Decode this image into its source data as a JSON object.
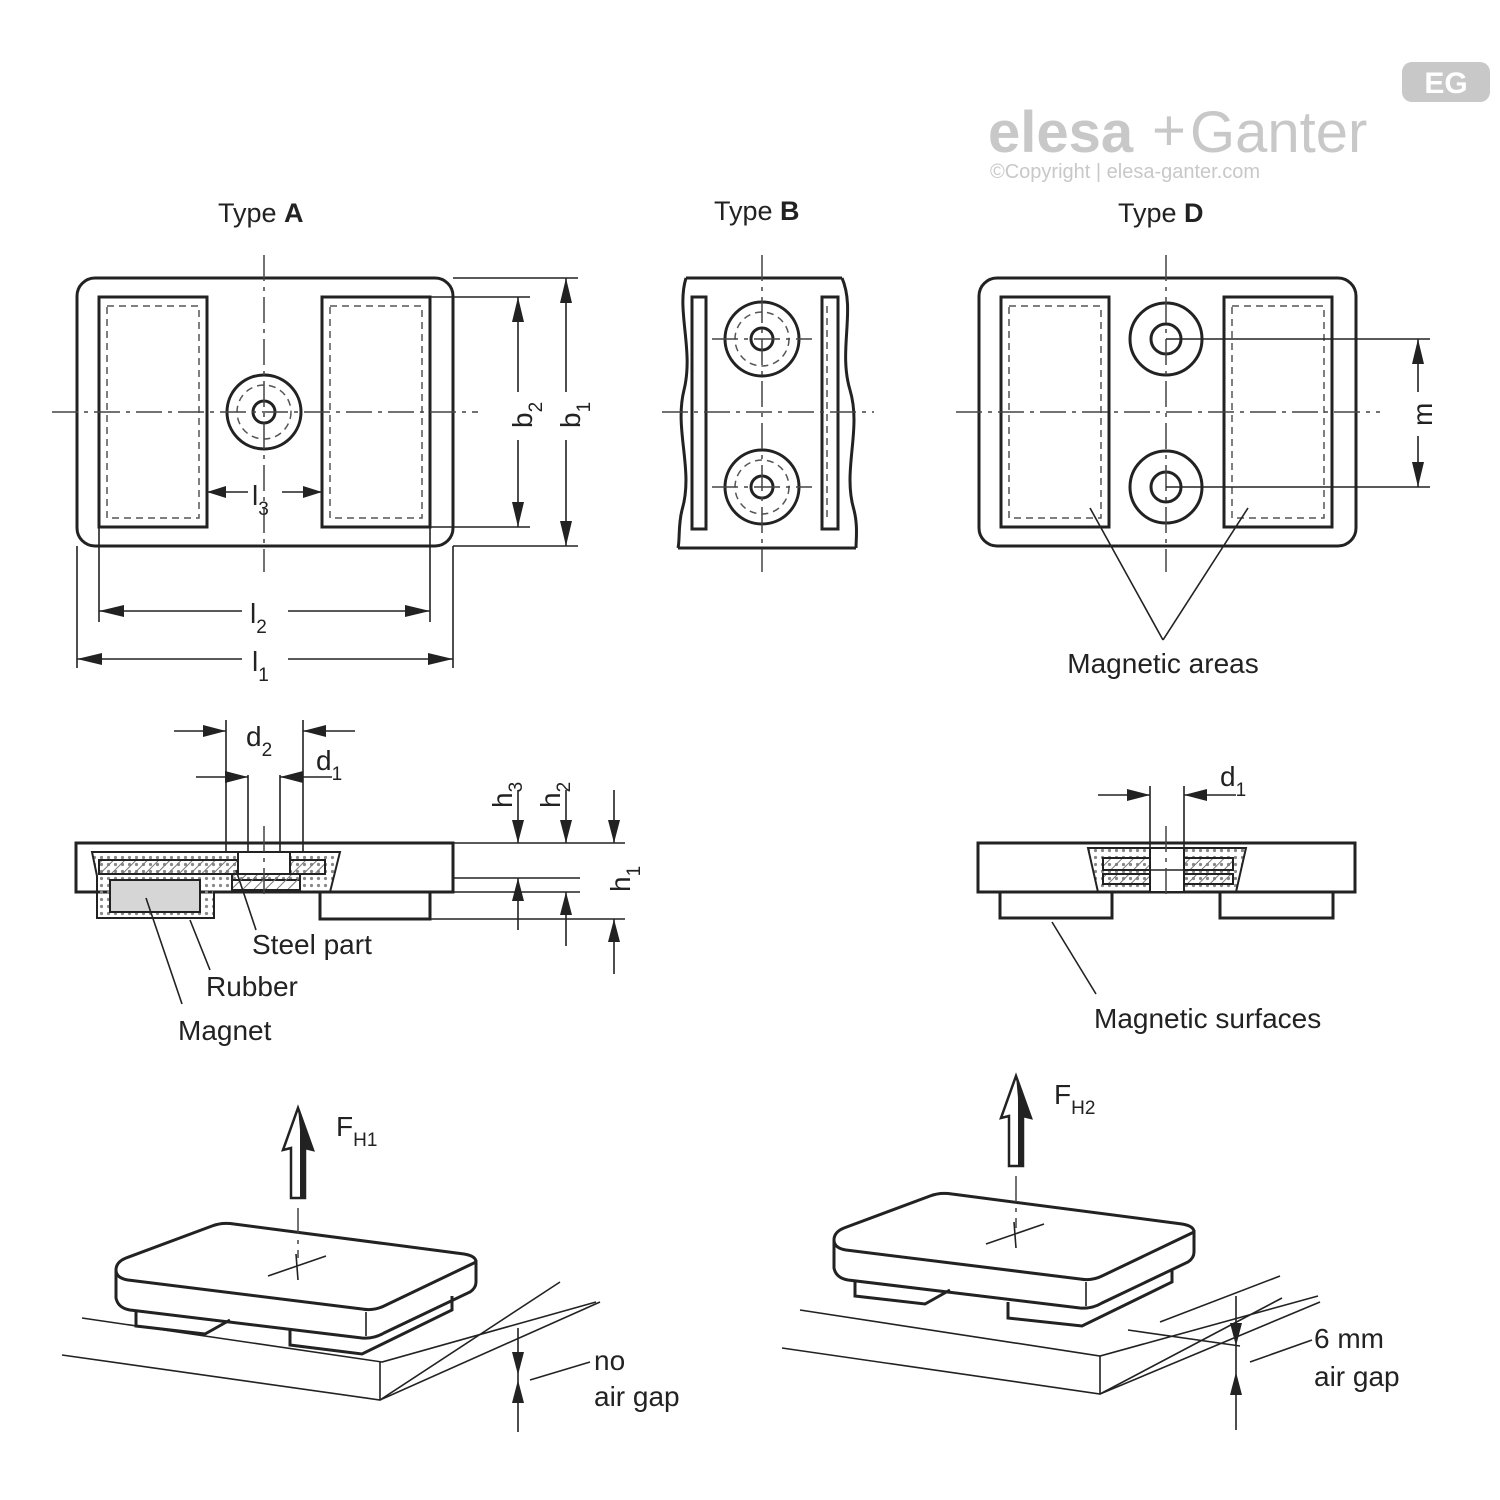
{
  "brand": {
    "badge": "EG",
    "name_left": "elesa",
    "plus": "+",
    "name_right": "Ganter",
    "copyright": "©Copyright | elesa-ganter.com"
  },
  "views": {
    "type_a": {
      "prefix": "Type ",
      "letter": "A"
    },
    "type_b": {
      "prefix": "Type ",
      "letter": "B"
    },
    "type_d": {
      "prefix": "Type ",
      "letter": "D"
    }
  },
  "dimensions": {
    "b": "b",
    "l": "l",
    "d": "d",
    "h": "h",
    "m": "m",
    "sub1": "1",
    "sub2": "2",
    "sub3": "3"
  },
  "labels": {
    "magnetic_areas": "Magnetic areas",
    "steel_part": "Steel part",
    "rubber": "Rubber",
    "magnet": "Magnet",
    "magnetic_surfaces": "Magnetic surfaces"
  },
  "forces": {
    "f": "F",
    "h1_sub": "H1",
    "h2_sub": "H2"
  },
  "gaps": {
    "no_line1": "no",
    "no_line2": "air gap",
    "six_line1": "6 mm",
    "six_line2": "air gap"
  }
}
